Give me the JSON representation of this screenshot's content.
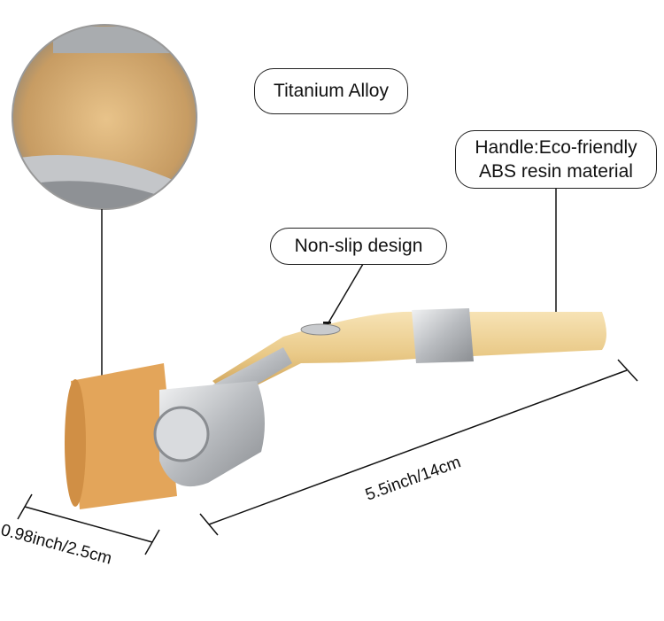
{
  "callouts": {
    "needles": "Titanium Alloy",
    "handle_line1": "Handle:Eco-friendly",
    "handle_line2": "ABS resin material",
    "grip": "Non-slip design"
  },
  "dimensions": {
    "length": "5.5inch/14cm",
    "width": "0.98inch/2.5cm"
  },
  "colors": {
    "gold": "#e8c27a",
    "silver": "#c9cbce",
    "needle": "#e0a24a"
  }
}
